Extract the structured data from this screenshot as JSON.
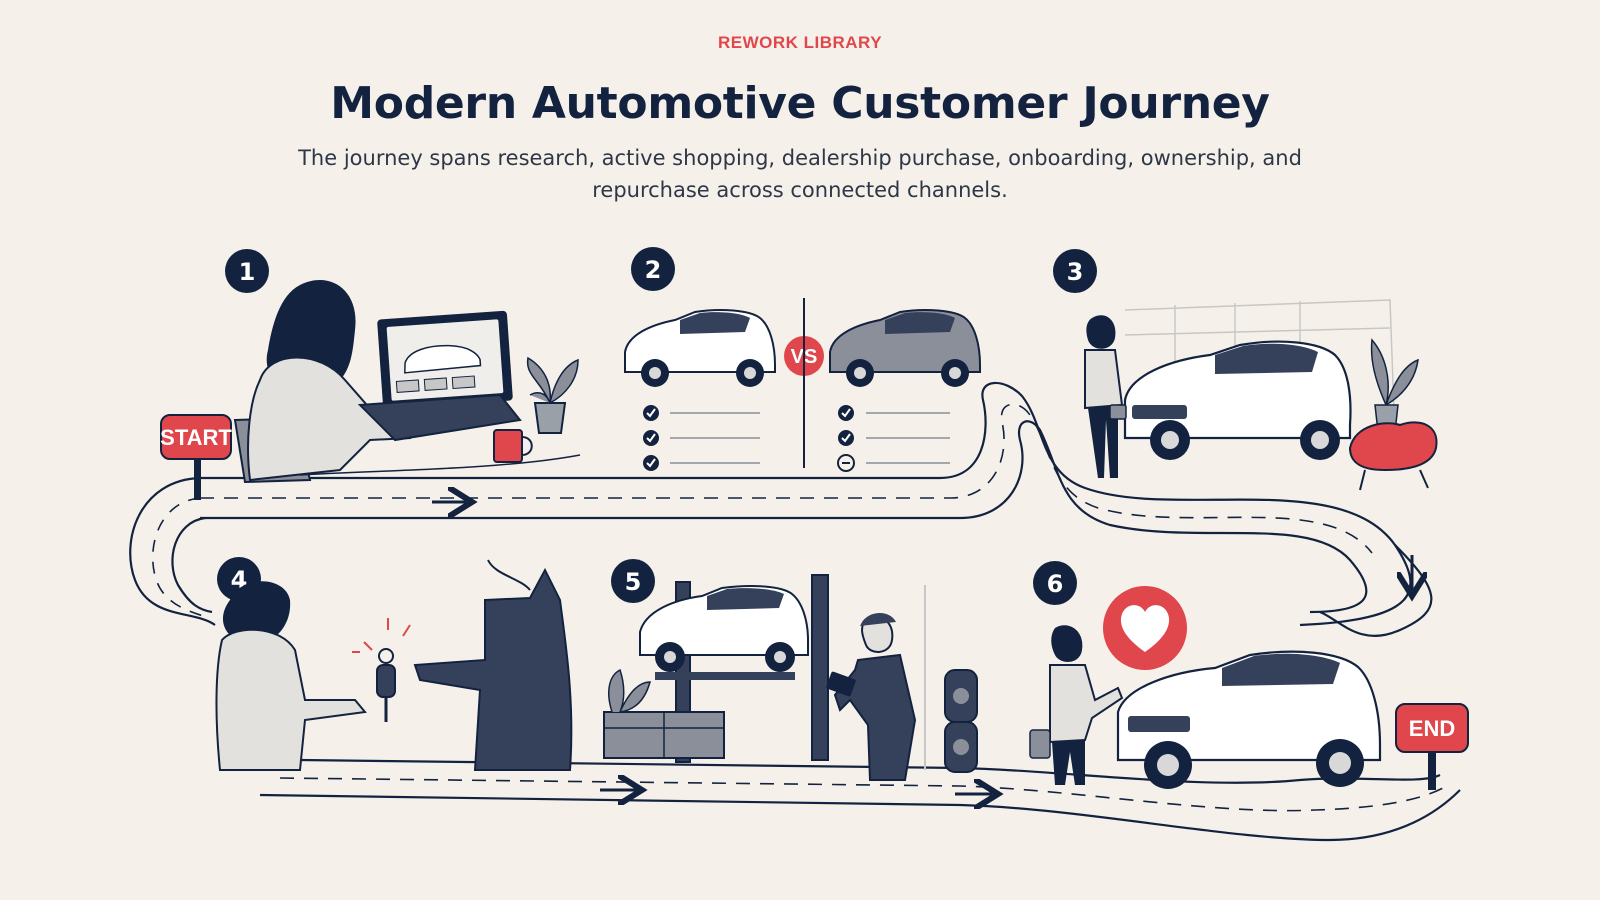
{
  "header": {
    "brand": "REWORK LIBRARY",
    "title": "Modern Automotive Customer Journey",
    "subtitle": "The journey spans research, active shopping, dealership purchase, onboarding, ownership, and repurchase across connected channels."
  },
  "road": {
    "start_label": "START",
    "end_label": "END"
  },
  "comparison": {
    "vs_label": "VS"
  },
  "steps": [
    {
      "number": "1"
    },
    {
      "number": "2"
    },
    {
      "number": "3"
    },
    {
      "number": "4"
    },
    {
      "number": "5"
    },
    {
      "number": "6"
    }
  ],
  "colors": {
    "navy": "#13233f",
    "accent_red": "#e0474c",
    "background": "#f5f1ea"
  }
}
